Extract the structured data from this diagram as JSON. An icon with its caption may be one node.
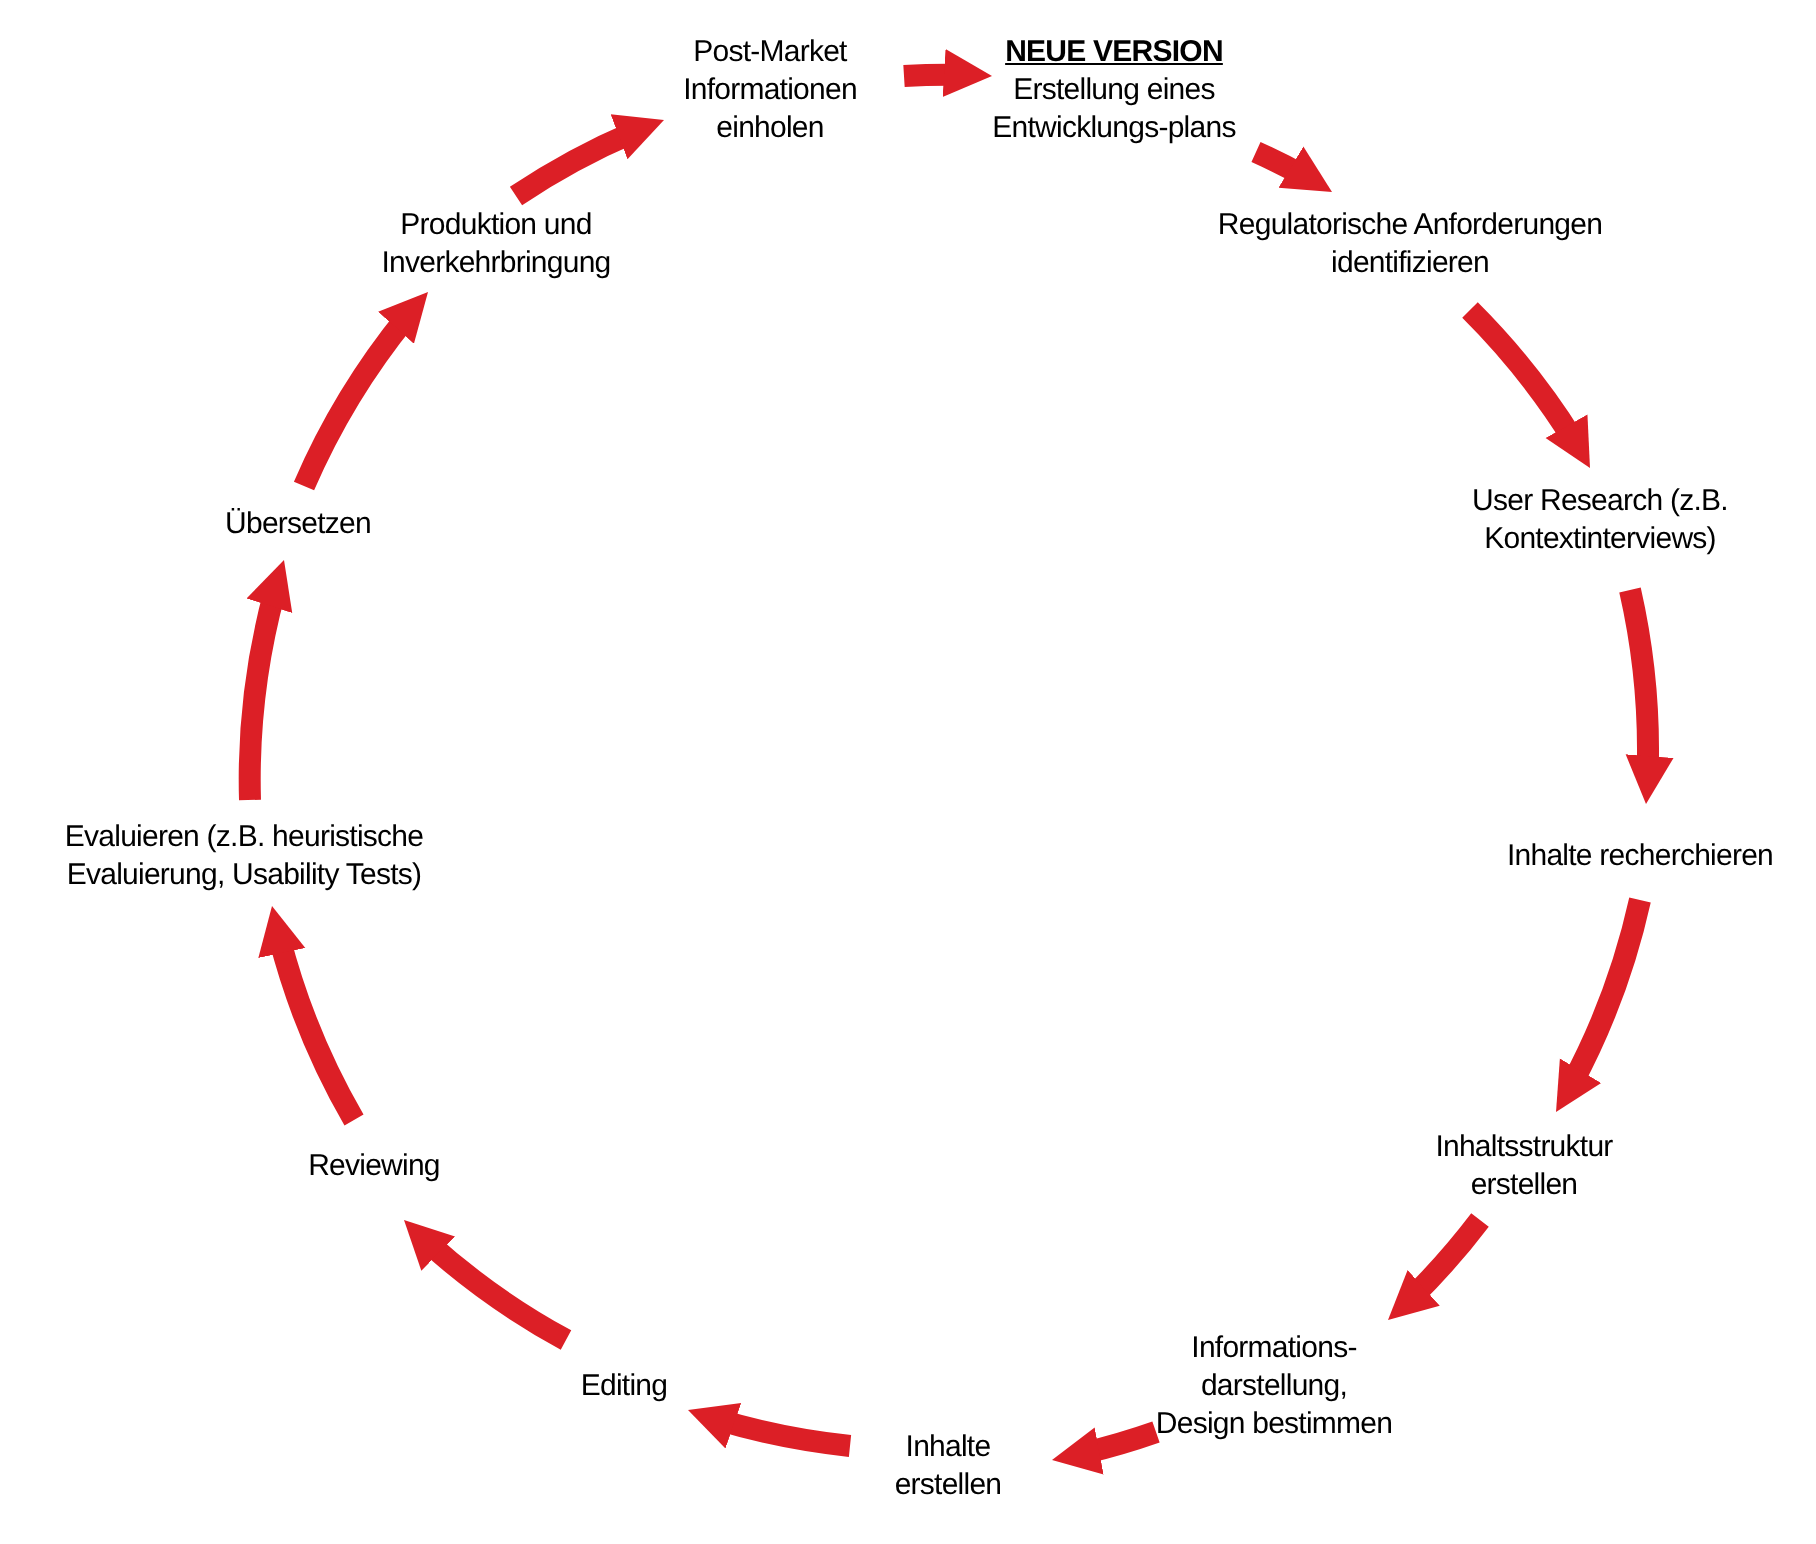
{
  "diagram": {
    "nodes": [
      {
        "text": [
          "Post-Market Informationen einholen"
        ]
      },
      {
        "text": [
          "NEUE VERSION",
          "Erstellung eines Entwicklungs-plans"
        ]
      },
      {
        "text": [
          "Regulatorische Anforderungen identifizieren"
        ]
      },
      {
        "text": [
          "User Research (z.B. Kontextinterviews)"
        ]
      },
      {
        "text": [
          "Inhalte recherchieren"
        ]
      },
      {
        "text": [
          "Inhaltsstruktur erstellen"
        ]
      },
      {
        "text": [
          "Informations- darstellung, Design bestimmen"
        ]
      },
      {
        "text": [
          "Inhalte erstellen"
        ]
      },
      {
        "text": [
          "Editing"
        ]
      },
      {
        "text": [
          "Reviewing"
        ]
      },
      {
        "text": [
          "Evaluieren (z.B. heuristische Evaluierung, Usability Tests)"
        ]
      },
      {
        "text": [
          "Übersetzen"
        ]
      },
      {
        "text": [
          "Produktion und Inverkehrbringung"
        ]
      }
    ],
    "edges": [
      {
        "from": 0,
        "to": 1,
        "arrow": "to"
      },
      {
        "from": 1,
        "to": 2,
        "arrow": "to"
      },
      {
        "from": 2,
        "to": 3,
        "arrow": "to"
      },
      {
        "from": 3,
        "to": 4,
        "arrow": "to"
      },
      {
        "from": 4,
        "to": 5,
        "arrow": "to"
      },
      {
        "from": 5,
        "to": 6,
        "arrow": "to"
      },
      {
        "from": 6,
        "to": 7,
        "arrow": "to"
      },
      {
        "from": 7,
        "to": 8,
        "arrow": "to"
      },
      {
        "from": 8,
        "to": 9,
        "arrow": "to"
      },
      {
        "from": 9,
        "to": 10,
        "arrow": "to"
      },
      {
        "from": 10,
        "to": 11,
        "arrow": "to"
      },
      {
        "from": 11,
        "to": 12,
        "arrow": "to"
      },
      {
        "from": 12,
        "to": 0,
        "arrow": "to"
      }
    ]
  }
}
